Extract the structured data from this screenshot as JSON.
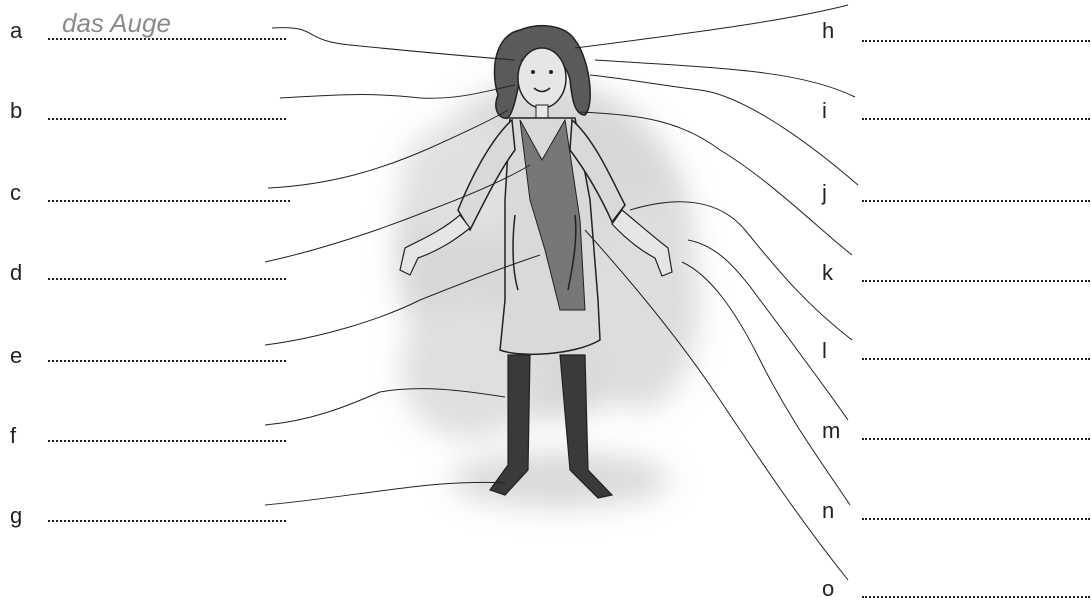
{
  "left": [
    {
      "letter": "a",
      "answer": "das Auge"
    },
    {
      "letter": "b",
      "answer": ""
    },
    {
      "letter": "c",
      "answer": ""
    },
    {
      "letter": "d",
      "answer": ""
    },
    {
      "letter": "e",
      "answer": ""
    },
    {
      "letter": "f",
      "answer": ""
    },
    {
      "letter": "g",
      "answer": ""
    }
  ],
  "right": [
    {
      "letter": "h",
      "answer": ""
    },
    {
      "letter": "i",
      "answer": ""
    },
    {
      "letter": "j",
      "answer": ""
    },
    {
      "letter": "k",
      "answer": ""
    },
    {
      "letter": "l",
      "answer": ""
    },
    {
      "letter": "m",
      "answer": ""
    },
    {
      "letter": "n",
      "answer": ""
    },
    {
      "letter": "o",
      "answer": ""
    }
  ],
  "colors": {
    "ink": "#222222",
    "answer_gray": "#8a8a8a",
    "wash": "#bdbdbd"
  }
}
